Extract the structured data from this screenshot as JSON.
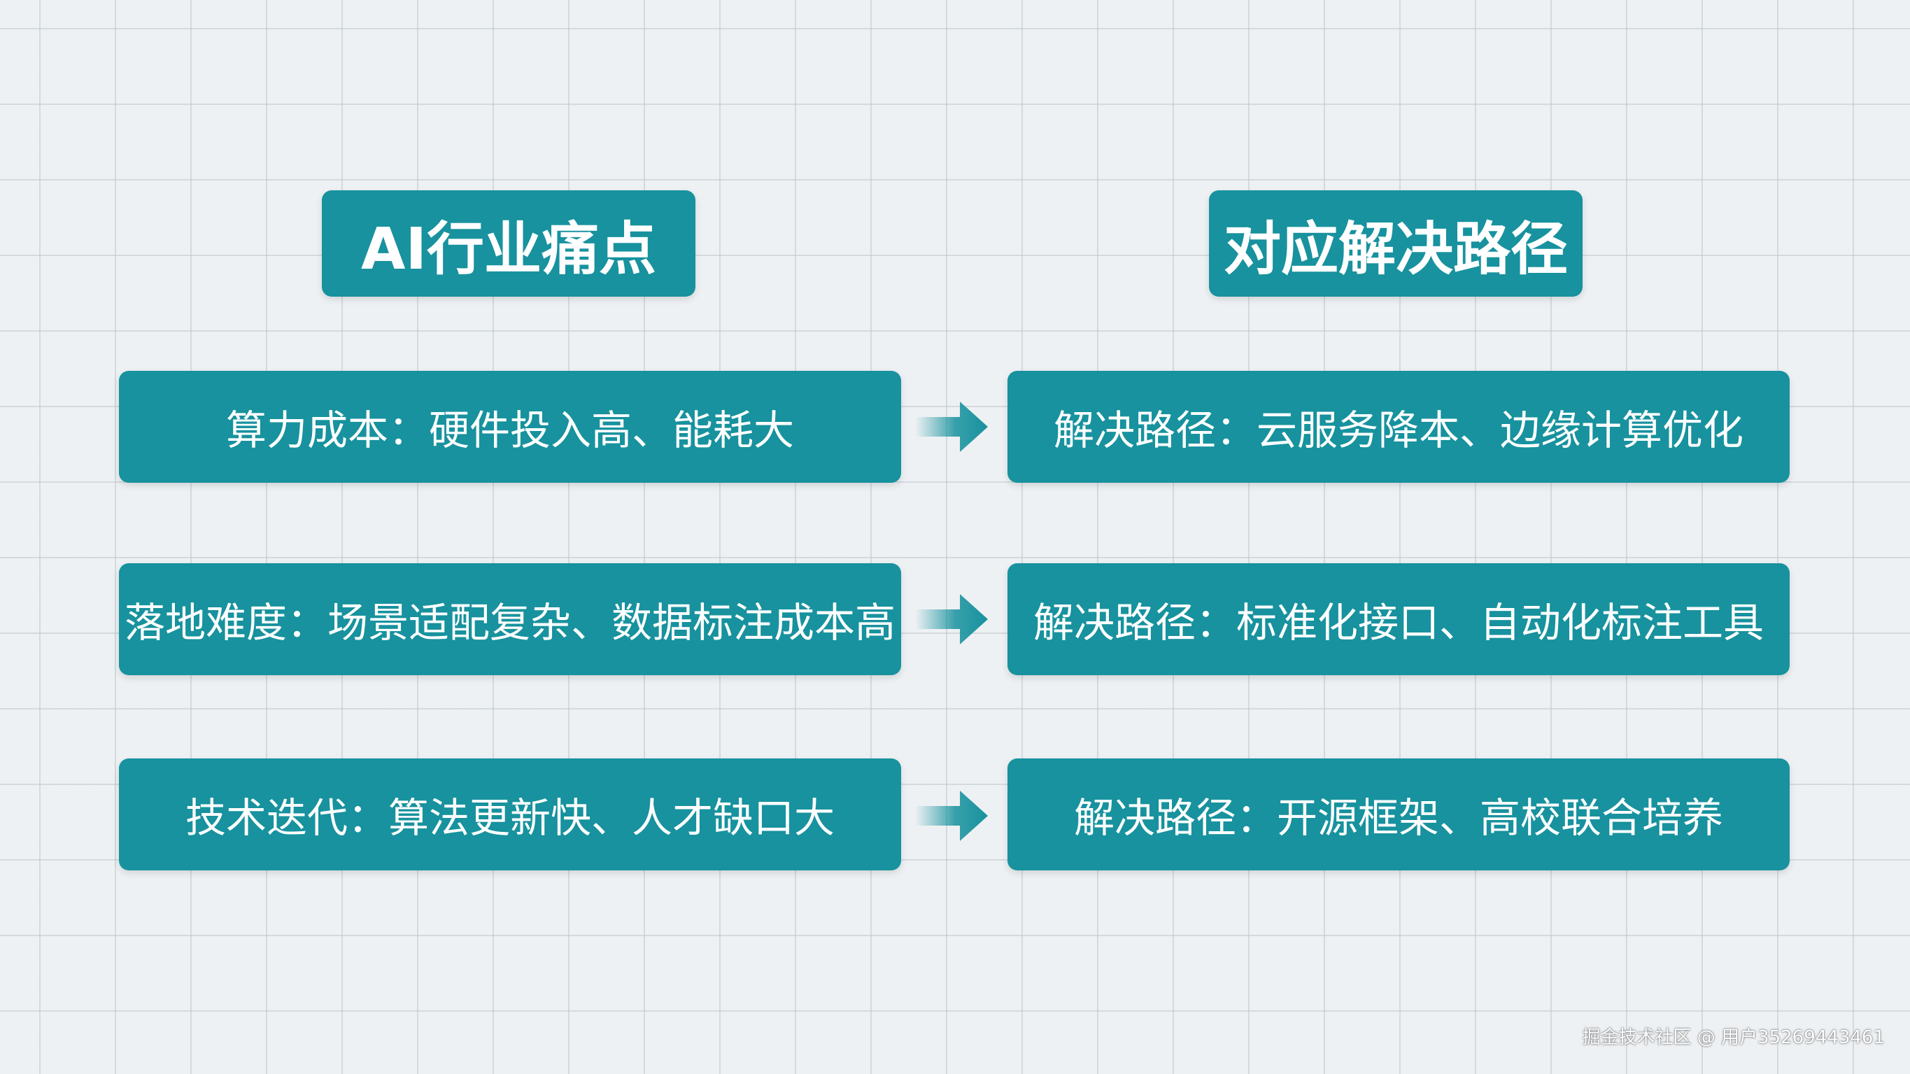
{
  "colors": {
    "box_fill": "#17929e",
    "text": "#ffffff",
    "background": "#eef1f3",
    "grid": "#bec6cd"
  },
  "headers": {
    "left": "AI行业痛点",
    "right": "对应解决路径"
  },
  "rows": [
    {
      "pain_point": "算力成本：硬件投入高、能耗大",
      "solution": "解决路径：云服务降本、边缘计算优化"
    },
    {
      "pain_point": "落地难度：场景适配复杂、数据标注成本高",
      "solution": "解决路径：标准化接口、自动化标注工具"
    },
    {
      "pain_point": "技术迭代：算法更新快、人才缺口大",
      "solution": "解决路径：开源框架、高校联合培养"
    }
  ],
  "watermark": "掘金技术社区 @ 用户35269443461"
}
